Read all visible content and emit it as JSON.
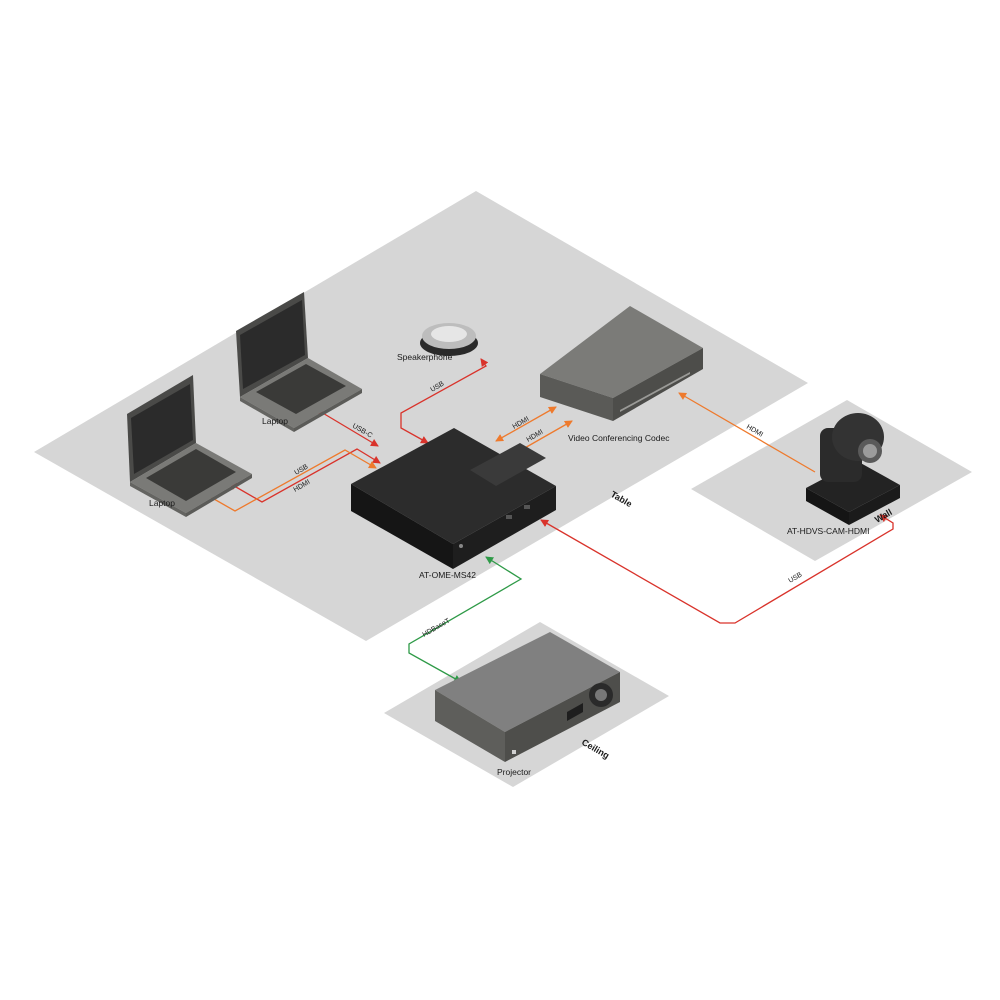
{
  "zones": {
    "table": "Table",
    "wall": "Wall",
    "ceiling": "Ceiling"
  },
  "devices": {
    "laptop_left": "Laptop",
    "laptop_back": "Laptop",
    "speakerphone": "Speakerphone",
    "codec": "Video Conferencing Codec",
    "switcher": "AT-OME-MS42",
    "camera": "AT-HDVS-CAM-HDMI",
    "projector": "Projector"
  },
  "cables": {
    "laptop_left_usb": "USB",
    "laptop_left_hdmi": "HDMI",
    "laptop_back_usbc": "USB-C",
    "speakerphone_usb": "USB",
    "codec_hdmi_a": "HDMI",
    "codec_hdmi_b": "HDMI",
    "camera_hdmi": "HDMI",
    "camera_usb": "USB",
    "projector_hdbaset": "HDBaseT"
  },
  "colors": {
    "zone_fill": "#d6d6d6",
    "usb": "#d9332b",
    "hdmi": "#ee7a2d",
    "hdbaset": "#2e9a47",
    "device_dark": "#222222",
    "device_grey": "#6e6e6b"
  }
}
